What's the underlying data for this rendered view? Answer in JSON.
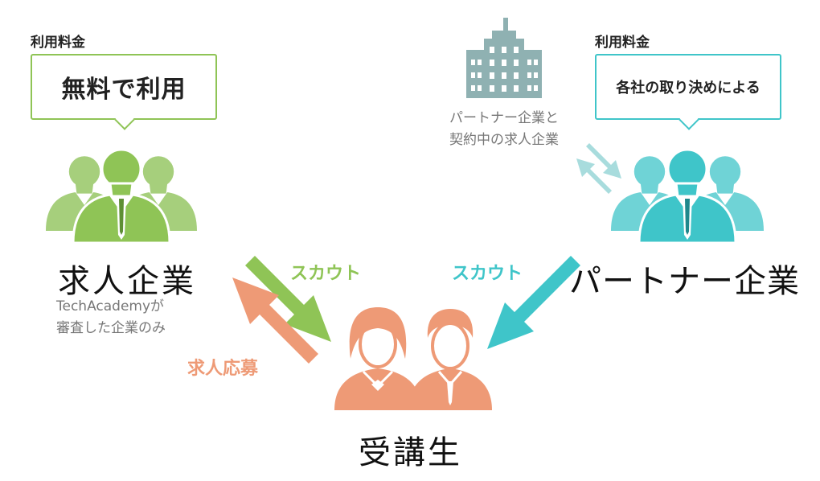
{
  "fees": {
    "left_label": "利用料金",
    "left_value": "無料で利用",
    "right_label": "利用料金",
    "right_value": "各社の取り決めによる"
  },
  "nodes": {
    "employer": {
      "name": "求人企業",
      "note_line1": "TechAcademyが",
      "note_line2": "審査した企業のみ"
    },
    "partner": {
      "name": "パートナー企業"
    },
    "contracted": {
      "line1": "パートナー企業と",
      "line2": "契約中の求人企業"
    },
    "students": {
      "name": "受講生"
    }
  },
  "edges": {
    "employer_scout": "スカウト",
    "partner_scout": "スカウト",
    "student_apply": "求人応募"
  },
  "colors": {
    "green": "#8fc456",
    "teal": "#3fc5c9",
    "pale_teal": "#a8dcdd",
    "salmon": "#ee9a76",
    "building": "#8fb1b2"
  },
  "icons": {
    "employer": "business-people-icon",
    "partner": "business-people-icon",
    "students": "students-icon",
    "contracted": "office-building-icon"
  }
}
